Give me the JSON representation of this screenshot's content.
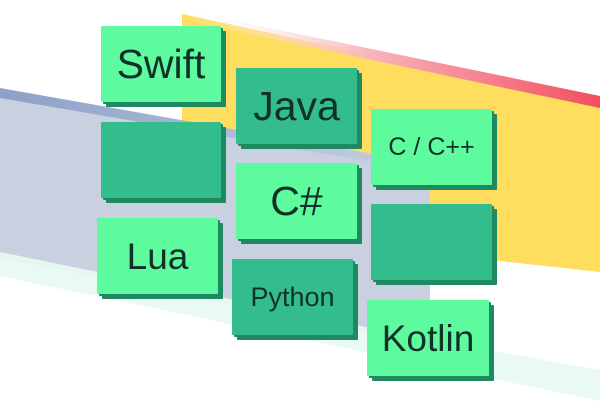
{
  "tiles": [
    {
      "id": "swift",
      "label": "Swift",
      "shade": "light"
    },
    {
      "id": "java",
      "label": "Java",
      "shade": "dark"
    },
    {
      "id": "c-cpp",
      "label": "C / C++",
      "shade": "light"
    },
    {
      "id": "blank-1",
      "label": "",
      "shade": "dark"
    },
    {
      "id": "csharp",
      "label": "C#",
      "shade": "light"
    },
    {
      "id": "blank-2",
      "label": "",
      "shade": "dark"
    },
    {
      "id": "lua",
      "label": "Lua",
      "shade": "light"
    },
    {
      "id": "python",
      "label": "Python",
      "shade": "dark"
    },
    {
      "id": "kotlin",
      "label": "Kotlin",
      "shade": "light"
    }
  ],
  "colors": {
    "tile_light": "#5dfb9d",
    "tile_dark": "#33bd8d",
    "tile_shadow": "#1f8a62",
    "text": "#10302a",
    "band_yellow": "#ffdd5e",
    "band_grey_blue": "#c9d0e0",
    "band_mint": "#e8f9f2",
    "stripe_red": "#f24e5e",
    "stripe_blue": "#8da0c8"
  }
}
